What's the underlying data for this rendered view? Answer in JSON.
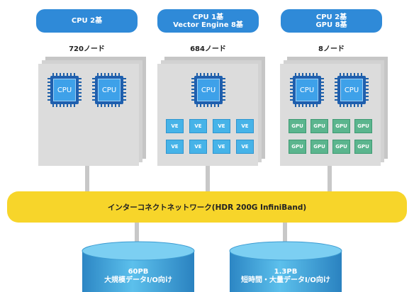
{
  "nodes": [
    {
      "header": [
        "CPU 2基"
      ],
      "count": "720ノード"
    },
    {
      "header": [
        "CPU 1基",
        "Vector Engine 8基"
      ],
      "count": "684ノード"
    },
    {
      "header": [
        "CPU 2基",
        "GPU 8基"
      ],
      "count": "8ノード"
    }
  ],
  "chip_label": "CPU",
  "ve_label": "VE",
  "gpu_label": "GPU",
  "interconnect": "インターコネクトネットワーク(HDR 200G InfiniBand)",
  "storage": [
    {
      "line1": "60PB",
      "line2": "大規模データI/O向け"
    },
    {
      "line1": "1.3PB",
      "line2": "短時間・大量データI/O向け"
    }
  ],
  "colors": {
    "header": "#2f8ad8",
    "cpu": "#3ea1e9",
    "ve": "#46b3e8",
    "gpu": "#5bb58e",
    "band": "#f7d52a",
    "storage": "#4fb2e3"
  }
}
